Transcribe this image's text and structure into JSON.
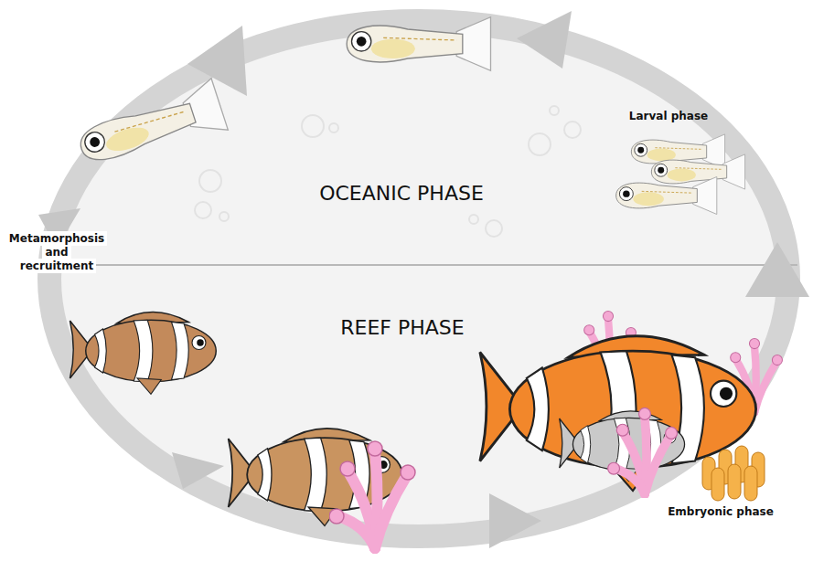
{
  "diagram": {
    "labels": [
      "Larval phase",
      "OCEANIC PHASE",
      "Metamorphosis and recruitment",
      "REEF PHASE",
      "Embryonic phase"
    ]
  }
}
